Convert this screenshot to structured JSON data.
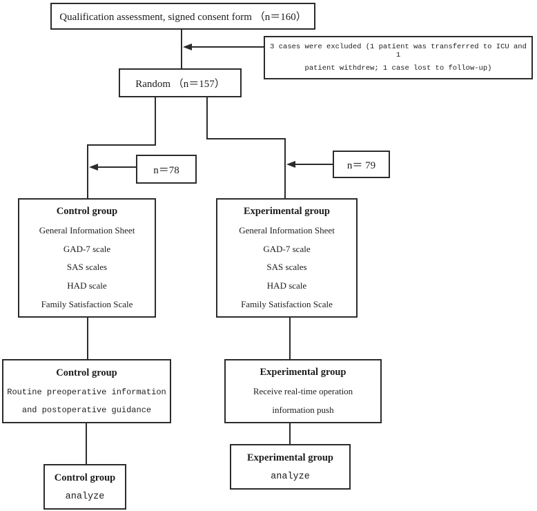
{
  "diagram": {
    "colors": {
      "line": "#2b2b2b",
      "background": "#ffffff",
      "text": "#1c1c1c"
    },
    "enrollment": {
      "qualification_label": "Qualification assessment, signed consent form （n＝160）",
      "exclusion_line1": "3 cases were excluded (1 patient was transferred to ICU and 1",
      "exclusion_line2": "patient withdrew; 1 case lost to follow-up)",
      "random_label": "Random （n＝157）"
    },
    "allocation": {
      "control_n": "n＝78",
      "experimental_n": "n＝ 79"
    },
    "assessment": {
      "control": {
        "title": "Control group",
        "items": [
          "General Information Sheet",
          "GAD-7 scale",
          "SAS scales",
          "HAD scale",
          "Family Satisfaction Scale"
        ]
      },
      "experimental": {
        "title": "Experimental group",
        "items": [
          "General Information Sheet",
          "GAD-7 scale",
          "SAS scales",
          "HAD scale",
          "Family Satisfaction Scale"
        ]
      }
    },
    "intervention": {
      "control": {
        "title": "Control group",
        "line1": "Routine preoperative information",
        "line2": "and postoperative guidance"
      },
      "experimental": {
        "title": "Experimental group",
        "line1": "Receive real-time operation",
        "line2": "information push"
      }
    },
    "analysis": {
      "control": {
        "title": "Control group",
        "label": "analyze"
      },
      "experimental": {
        "title": "Experimental group",
        "label": "analyze"
      }
    }
  }
}
